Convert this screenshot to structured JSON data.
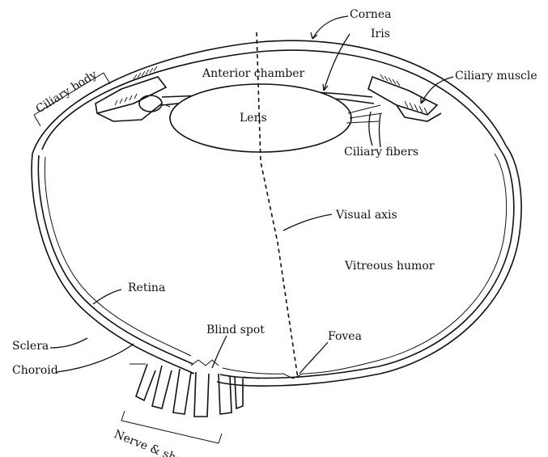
{
  "labels": {
    "cornea": "Cornea",
    "iris": "Iris",
    "ciliary_body": "Ciliary body",
    "anterior_chamber": "Anterior chamber",
    "ciliary_muscle": "Ciliary muscle",
    "lens": "Lens",
    "ciliary_fibers": "Ciliary fibers",
    "visual_axis": "Visual axis",
    "vitreous_humor": "Vitreous humor",
    "retina": "Retina",
    "blind_spot": "Blind spot",
    "fovea": "Fovea",
    "sclera": "Sclera",
    "choroid": "Choroid",
    "nerve_sheath": "Nerve & sheath"
  },
  "colors": {
    "line": "#111111",
    "background": "#ffffff"
  }
}
